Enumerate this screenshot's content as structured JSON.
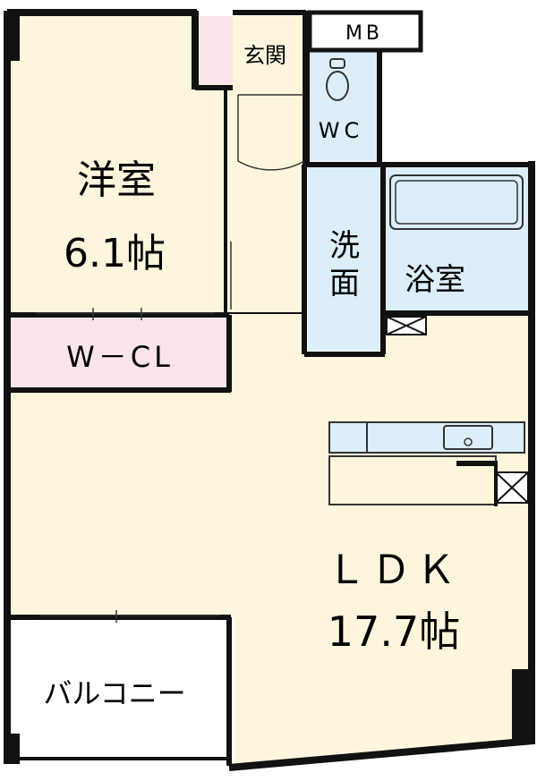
{
  "rooms": {
    "western_room": {
      "name": "洋室",
      "size": "6.1帖"
    },
    "entrance": {
      "name": "玄関"
    },
    "meter_box": {
      "name": "MB"
    },
    "toilet": {
      "name": "WC"
    },
    "washroom": {
      "name_line1": "洗",
      "name_line2": "面"
    },
    "bathroom": {
      "name": "浴室"
    },
    "closet": {
      "name": "W－CL"
    },
    "ldk": {
      "name": "ＬＤＫ",
      "size": "17.7帖"
    },
    "balcony": {
      "name": "バルコニー"
    }
  },
  "colors": {
    "wall": "#111111",
    "room_fill": "#fdf6dc",
    "wet_fill": "#dbeefa",
    "closet_fill": "#fbe4ea",
    "balcony_fill": "#ffffff"
  }
}
